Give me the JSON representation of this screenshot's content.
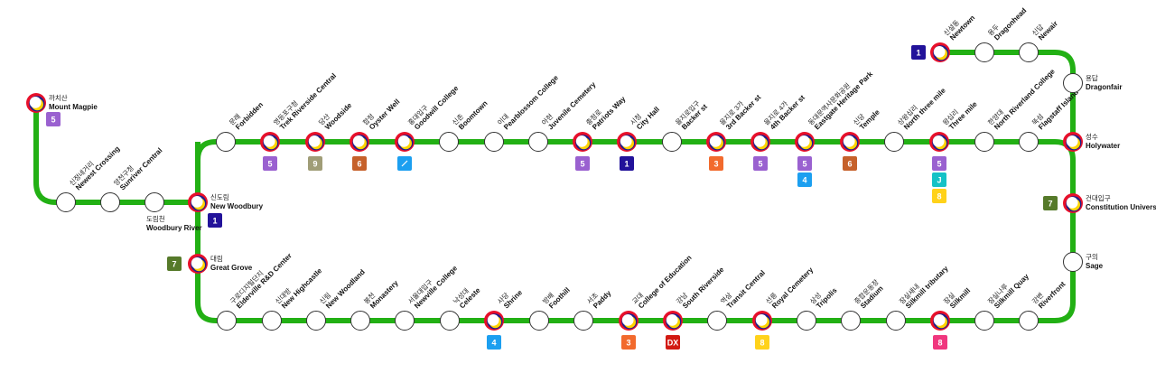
{
  "line_color": "#22b014",
  "ring_colors": [
    "#e8102a",
    "#1b1f8c",
    "#ffd400"
  ],
  "line_colors": {
    "1": "#22129a",
    "3": "#f26a2d",
    "4": "#1c9ff0",
    "5": "#9a61d0",
    "6": "#c6612b",
    "7": "#567a2a",
    "8": "#ffd21a",
    "9": "#a09d77",
    "J": "#15c2c6",
    "DX": "#d21a12",
    "slash": "#1c9ff0",
    "8p": "#f0377e"
  },
  "stations": [
    {
      "id": "mount-magpie",
      "ko": "까치산",
      "en": "Mount Magpie",
      "transfer": true,
      "badges": [
        "5"
      ]
    },
    {
      "id": "newest-crossing",
      "ko": "신정네거리",
      "en": "Newest Crossing",
      "transfer": false,
      "badges": []
    },
    {
      "id": "sunriver-central",
      "ko": "양천구청",
      "en": "Sunriver Central",
      "transfer": false,
      "badges": []
    },
    {
      "id": "woodbury-river",
      "ko": "도림천",
      "en": "Woodbury River",
      "transfer": false,
      "badges": []
    },
    {
      "id": "new-woodbury",
      "ko": "신도림",
      "en": "New Woodbury",
      "transfer": true,
      "badges": [
        "1"
      ]
    },
    {
      "id": "great-grove",
      "ko": "대림",
      "en": "Great Grove",
      "transfer": true,
      "badges": [
        "7"
      ]
    },
    {
      "id": "forbidden",
      "ko": "문래",
      "en": "Forbidden",
      "transfer": false,
      "badges": []
    },
    {
      "id": "trek-riverside-central",
      "ko": "영등포구청",
      "en": "Trek Riverside Central",
      "transfer": true,
      "badges": [
        "5"
      ]
    },
    {
      "id": "woodside",
      "ko": "당산",
      "en": "Woodside",
      "transfer": true,
      "badges": [
        "9"
      ]
    },
    {
      "id": "oyster-well",
      "ko": "합정",
      "en": "Oyster Well",
      "transfer": true,
      "badges": [
        "6"
      ]
    },
    {
      "id": "goodwill-college",
      "ko": "홍대입구",
      "en": "Goodwill College",
      "transfer": true,
      "badges": [
        "/"
      ]
    },
    {
      "id": "boomtown",
      "ko": "신촌",
      "en": "Boomtown",
      "transfer": false,
      "badges": []
    },
    {
      "id": "pearblossom-college",
      "ko": "이대",
      "en": "Pearblossom College",
      "transfer": false,
      "badges": []
    },
    {
      "id": "juvenile-cemetery",
      "ko": "아현",
      "en": "Juvenile Cemetery",
      "transfer": false,
      "badges": []
    },
    {
      "id": "patriots-way",
      "ko": "충정로",
      "en": "Patriots Way",
      "transfer": true,
      "badges": [
        "5"
      ]
    },
    {
      "id": "city-hall",
      "ko": "시청",
      "en": "City Hall",
      "transfer": true,
      "badges": [
        "1"
      ]
    },
    {
      "id": "backer-st",
      "ko": "을지로입구",
      "en": "Backer st",
      "transfer": false,
      "badges": []
    },
    {
      "id": "3rd-backer-st",
      "ko": "을지로 3가",
      "en": "3rd Backer st",
      "transfer": true,
      "badges": [
        "3"
      ]
    },
    {
      "id": "4th-backer-st",
      "ko": "을지로 4가",
      "en": "4th Backer st",
      "transfer": true,
      "badges": [
        "5"
      ]
    },
    {
      "id": "eastgate-heritage-park",
      "ko": "동대문역사문화공원",
      "en": "Eastgate Heritage Park",
      "transfer": true,
      "badges": [
        "5",
        "4"
      ]
    },
    {
      "id": "temple",
      "ko": "신당",
      "en": "Temple",
      "transfer": true,
      "badges": [
        "6"
      ]
    },
    {
      "id": "north-three-mile",
      "ko": "상왕십리",
      "en": "North three mile",
      "transfer": false,
      "badges": []
    },
    {
      "id": "three-mile",
      "ko": "왕십리",
      "en": "Three mile",
      "transfer": true,
      "badges": [
        "5",
        "J",
        "8"
      ]
    },
    {
      "id": "north-riverland-college",
      "ko": "한양대",
      "en": "North Riverland College",
      "transfer": false,
      "badges": []
    },
    {
      "id": "flagstaff-island",
      "ko": "뚝섬",
      "en": "Flagstaff Island",
      "transfer": false,
      "badges": []
    },
    {
      "id": "holywater",
      "ko": "성수",
      "en": "Holywater",
      "transfer": true,
      "badges": []
    },
    {
      "id": "newtown",
      "ko": "신설동",
      "en": "Newtown",
      "transfer": true,
      "badges": [
        "1"
      ]
    },
    {
      "id": "dragonhead",
      "ko": "용두",
      "en": "Dragonhead",
      "transfer": false,
      "badges": []
    },
    {
      "id": "newair",
      "ko": "신답",
      "en": "Newair",
      "transfer": false,
      "badges": []
    },
    {
      "id": "dragonfair",
      "ko": "용답",
      "en": "Dragonfair",
      "transfer": false,
      "badges": []
    },
    {
      "id": "constitution-university",
      "ko": "건대입구",
      "en": "Constitution University",
      "transfer": true,
      "badges": [
        "7"
      ]
    },
    {
      "id": "sage",
      "ko": "구의",
      "en": "Sage",
      "transfer": false,
      "badges": []
    },
    {
      "id": "riverfront",
      "ko": "강변",
      "en": "Riverfront",
      "transfer": false,
      "badges": []
    },
    {
      "id": "silkmill-quay",
      "ko": "잠실나루",
      "en": "Silkmill Quay",
      "transfer": false,
      "badges": []
    },
    {
      "id": "silkmill",
      "ko": "잠실",
      "en": "Silkmill",
      "transfer": true,
      "badges": [
        "8p"
      ]
    },
    {
      "id": "silkmill-tributary",
      "ko": "잠실새내",
      "en": "Silkmill tributary",
      "transfer": false,
      "badges": []
    },
    {
      "id": "stadium",
      "ko": "종합운동장",
      "en": "Stadium",
      "transfer": false,
      "badges": []
    },
    {
      "id": "tripolis",
      "ko": "삼성",
      "en": "Tripolis",
      "transfer": false,
      "badges": []
    },
    {
      "id": "royal-cemetery",
      "ko": "선릉",
      "en": "Royal Cemetery",
      "transfer": true,
      "badges": [
        "8"
      ]
    },
    {
      "id": "transit-central",
      "ko": "역삼",
      "en": "Transit Central",
      "transfer": false,
      "badges": []
    },
    {
      "id": "south-riverside",
      "ko": "강남",
      "en": "South Riverside",
      "transfer": true,
      "badges": [
        "DX"
      ]
    },
    {
      "id": "college-of-education",
      "ko": "교대",
      "en": "College of Education",
      "transfer": true,
      "badges": [
        "3"
      ]
    },
    {
      "id": "paddy",
      "ko": "서초",
      "en": "Paddy",
      "transfer": false,
      "badges": []
    },
    {
      "id": "foothill",
      "ko": "방배",
      "en": "Foothill",
      "transfer": false,
      "badges": []
    },
    {
      "id": "shrine",
      "ko": "사당",
      "en": "Shrine",
      "transfer": true,
      "badges": [
        "4"
      ]
    },
    {
      "id": "celeste",
      "ko": "낙성대",
      "en": "Celeste",
      "transfer": false,
      "badges": []
    },
    {
      "id": "newville-college",
      "ko": "서울대입구",
      "en": "Newville College",
      "transfer": false,
      "badges": []
    },
    {
      "id": "monastery",
      "ko": "봉천",
      "en": "Monastery",
      "transfer": false,
      "badges": []
    },
    {
      "id": "new-woodland",
      "ko": "신림",
      "en": "New Woodland",
      "transfer": false,
      "badges": []
    },
    {
      "id": "new-highcastle",
      "ko": "신대방",
      "en": "New Highcastle",
      "transfer": false,
      "badges": []
    },
    {
      "id": "elderville-rd-center",
      "ko": "구로디지털단지",
      "en": "Elderville R&D Center",
      "transfer": false,
      "badges": []
    }
  ]
}
